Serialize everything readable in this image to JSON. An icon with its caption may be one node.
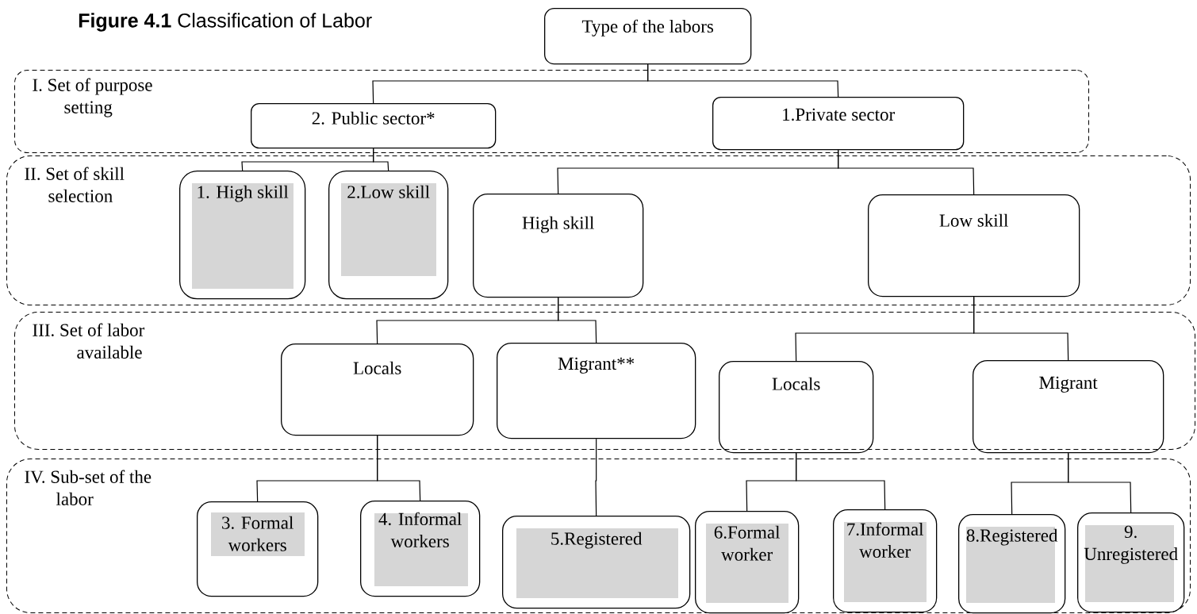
{
  "diagram": {
    "title": "**Figure 4.1** Classification of Labor",
    "nodes": [
      {
        "text": [
          "Type of the labors"
        ]
      },
      {
        "text": [
          "I. Set of purpose setting"
        ]
      },
      {
        "text": [
          "2. Public sector*"
        ],
        "in": 1
      },
      {
        "text": [
          "1.Private sector"
        ],
        "in": 1
      },
      {
        "text": [
          "II. Set of skill selection"
        ]
      },
      {
        "text": [
          "1. High skill"
        ],
        "in": 4
      },
      {
        "text": [
          "2.Low skill"
        ],
        "in": 4
      },
      {
        "text": [
          "High skill"
        ],
        "in": 4
      },
      {
        "text": [
          "Low skill"
        ],
        "in": 4
      },
      {
        "text": [
          "III. Set of labor available"
        ]
      },
      {
        "text": [
          "Locals"
        ],
        "in": 9
      },
      {
        "text": [
          "Migrant**"
        ],
        "in": 9
      },
      {
        "text": [
          "Locals"
        ],
        "in": 9
      },
      {
        "text": [
          "Migrant"
        ],
        "in": 9
      },
      {
        "text": [
          "IV. Sub-set of the labor"
        ]
      },
      {
        "text": [
          "3. Formal workers"
        ],
        "in": 14
      },
      {
        "text": [
          "4. Informal workers"
        ],
        "in": 14
      },
      {
        "text": [
          "5.Registered"
        ],
        "in": 14
      },
      {
        "text": [
          "6.Formal worker"
        ],
        "in": 14
      },
      {
        "text": [
          "7.Informal worker"
        ],
        "in": 14
      },
      {
        "text": [
          "8.Registered"
        ],
        "in": 14
      },
      {
        "text": [
          "9. Unregistered"
        ],
        "in": 14
      }
    ],
    "edges": [
      {
        "from": 0,
        "to": 2,
        "arrow": "none"
      },
      {
        "from": 0,
        "to": 3,
        "arrow": "none"
      },
      {
        "from": 2,
        "to": 5,
        "arrow": "none"
      },
      {
        "from": 2,
        "to": 6,
        "arrow": "none"
      },
      {
        "from": 3,
        "to": 7,
        "arrow": "none"
      },
      {
        "from": 3,
        "to": 8,
        "arrow": "none"
      },
      {
        "from": 7,
        "to": 10,
        "arrow": "none"
      },
      {
        "from": 7,
        "to": 11,
        "arrow": "none"
      },
      {
        "from": 8,
        "to": 12,
        "arrow": "none"
      },
      {
        "from": 8,
        "to": 13,
        "arrow": "none"
      },
      {
        "from": 10,
        "to": 15,
        "arrow": "none"
      },
      {
        "from": 10,
        "to": 16,
        "arrow": "none"
      },
      {
        "from": 11,
        "to": 17,
        "arrow": "none"
      },
      {
        "from": 12,
        "to": 18,
        "arrow": "none"
      },
      {
        "from": 12,
        "to": 19,
        "arrow": "none"
      },
      {
        "from": 13,
        "to": 20,
        "arrow": "none"
      },
      {
        "from": 13,
        "to": 21,
        "arrow": "none"
      }
    ]
  }
}
